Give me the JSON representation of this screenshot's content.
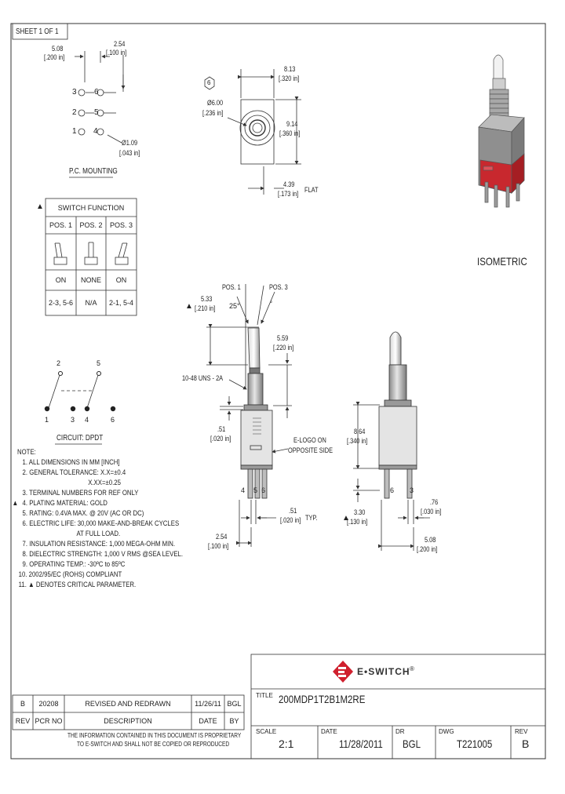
{
  "sheet_label": "SHEET 1 OF 1",
  "pc_mounting": {
    "title": "P.C. MOUNTING",
    "dim_pitch_mm": "5.08",
    "dim_pitch_in": "[.200 in]",
    "dim_col_mm": "2.54",
    "dim_col_in": "[.100 in]",
    "hole_mm": "Ø1.09",
    "hole_in": "[.043 in]",
    "pins": [
      {
        "left": "3",
        "right": "6"
      },
      {
        "left": "2",
        "right": "5"
      },
      {
        "left": "1",
        "right": "4"
      }
    ]
  },
  "top_view": {
    "hex_label": "6",
    "dia_mm": "Ø6.00",
    "dia_in": "[.236 in]",
    "width_mm": "8.13",
    "width_in": "[.320 in]",
    "height_mm": "9.14",
    "height_in": "[.360 in]",
    "flat_mm": "4.39",
    "flat_in": "[.173 in]",
    "flat_label": "FLAT"
  },
  "isometric_label": "ISOMETRIC",
  "switch_function": {
    "title": "SWITCH FUNCTION",
    "marker": "▲",
    "positions": [
      "POS. 1",
      "POS. 2",
      "POS. 3"
    ],
    "states": [
      "ON",
      "NONE",
      "ON"
    ],
    "connections": [
      "2-3, 5-6",
      "N/A",
      "2-1, 5-4"
    ]
  },
  "circuit": {
    "title": "CIRCUIT: DPDT",
    "top_pins": [
      "2",
      "5"
    ],
    "bottom_pins": [
      "1",
      "3",
      "4",
      "6"
    ]
  },
  "front_view": {
    "pos1": "POS. 1",
    "pos3": "POS. 3",
    "angle": "25°",
    "lever_mm": "5.33",
    "lever_in": "[.210 in]",
    "bushing_mm": "5.59",
    "bushing_in": "[.220 in]",
    "thread": "10-48 UNS - 2A",
    "gap_mm": ".51",
    "gap_in": "[.020 in]",
    "logo_note_1": "E-LOGO ON",
    "logo_note_2": "OPPOSITE SIDE",
    "terminal_labels": [
      "4",
      "5",
      "6"
    ],
    "term_width_mm": ".51",
    "term_width_in": "[.020 in]",
    "typ": "TYP.",
    "pitch_mm": "2.54",
    "pitch_in": "[.100 in]"
  },
  "side_view": {
    "height_mm": "8.64",
    "height_in": "[.340 in]",
    "term_mm": "3.30",
    "term_in": "[.130 in]",
    "terminal_labels": [
      "6",
      "3"
    ],
    "thick_mm": ".76",
    "thick_in": "[.030 in]",
    "width_mm": "5.08",
    "width_in": "[.200 in]"
  },
  "notes": {
    "heading": "NOTE:",
    "items": [
      "1. ALL DIMENSIONS IN MM [INCH]",
      "2. GENERAL TOLERANCE: X.X=±0.4",
      "X.XX=±0.25",
      "3. TERMINAL NUMBERS FOR REF ONLY",
      "4. PLATING MATERIAL: GOLD",
      "5. RATING: 0.4VA MAX. @ 20V (AC OR DC)",
      "6. ELECTRIC LIFE: 30,000 MAKE-AND-BREAK CYCLES",
      "AT FULL LOAD.",
      "7. INSULATION RESISTANCE: 1,000 MEGA-OHM MIN.",
      "8. DIELECTRIC STRENGTH: 1,000 V RMS @SEA LEVEL.",
      "9. OPERATING TEMP.: -30ºC to 85ºC",
      "10. 2002/95/EC (ROHS) COMPLIANT",
      "11. ▲ DENOTES CRITICAL PARAMETER."
    ],
    "marker": "▲"
  },
  "revision_block": {
    "row": {
      "rev": "B",
      "pcr": "20208",
      "description": "REVISED AND REDRAWN",
      "date": "11/26/11",
      "by": "BGL"
    },
    "headers": {
      "rev": "REV",
      "pcr": "PCR NO",
      "description": "DESCRIPTION",
      "date": "DATE",
      "by": "BY"
    },
    "proprietary_1": "THE INFORMATION CONTAINED IN THIS DOCUMENT IS PROPRIETARY",
    "proprietary_2": "TO E-SWITCH AND SHALL NOT BE COPIED OR REPRODUCED"
  },
  "title_block": {
    "brand": "E•SWITCH",
    "brand_mark": "®",
    "title_label": "TITLE",
    "title": "200MDP1T2B1M2RE",
    "scale_label": "SCALE",
    "scale": "2:1",
    "date_label": "DATE",
    "date": "11/28/2011",
    "dr_label": "DR",
    "dr": "BGL",
    "dwg_label": "DWG",
    "dwg": "T221005",
    "rev_label": "REV",
    "rev": "B"
  },
  "colors": {
    "line": "#333333",
    "brand_red": "#d0202e",
    "iso_red": "#c8282e",
    "iso_gray": "#9a9a9a"
  }
}
